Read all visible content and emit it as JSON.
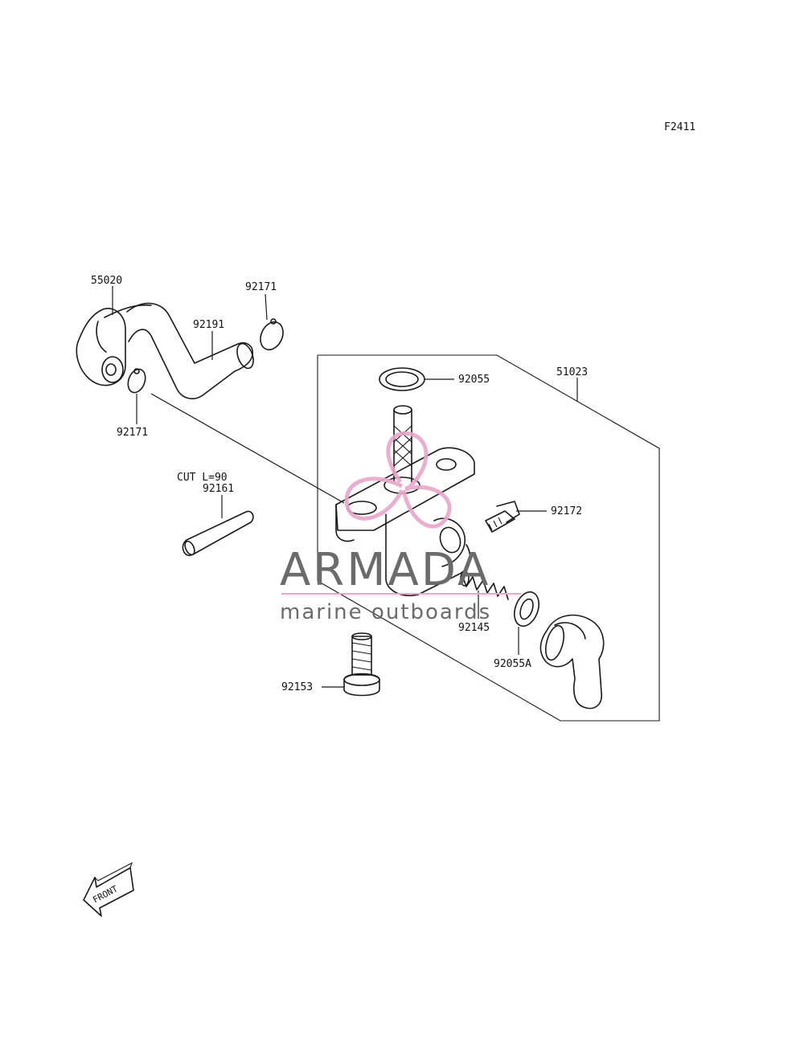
{
  "diagram_code": "F2411",
  "callouts": {
    "p55020": "55020",
    "p92171_top": "92171",
    "p92191": "92191",
    "p92171_bottom": "92171",
    "p92055": "92055",
    "p51023": "51023",
    "cut_note": "CUT L=90",
    "p92161": "92161",
    "p92172": "92172",
    "p92145": "92145",
    "p92055A": "92055A",
    "p92153": "92153"
  },
  "front_arrow": "FRONT",
  "watermark": {
    "brand": "ARMADA",
    "tagline": "marine outboards",
    "logo_color": "#e8a6c9",
    "text_color": "#6b6b6b"
  }
}
